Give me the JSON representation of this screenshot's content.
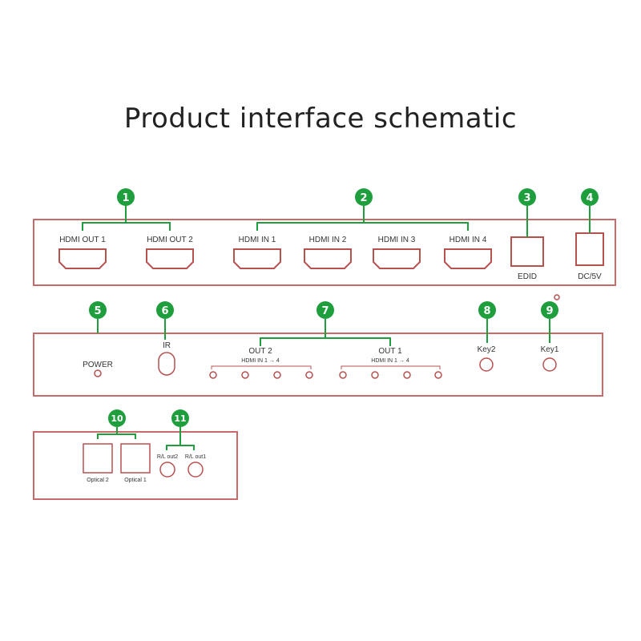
{
  "title": "Product interface schematic",
  "accent_color": "#1e9e3c",
  "callouts": [
    "1",
    "2",
    "3",
    "4",
    "5",
    "6",
    "7",
    "8",
    "9",
    "10",
    "11"
  ],
  "panel1": {
    "ports": [
      "HDMI OUT 1",
      "HDMI OUT 2",
      "HDMI IN 1",
      "HDMI IN 2",
      "HDMI IN 3",
      "HDMI IN 4"
    ],
    "edid": "EDID",
    "dc": "DC/5V"
  },
  "panel2": {
    "power": "POWER",
    "ir": "IR",
    "out2": "OUT 2",
    "out1": "OUT 1",
    "out2_range": "HDMI IN 1 → 4",
    "out1_range": "HDMI IN 1 → 4",
    "key2": "Key2",
    "key1": "Key1"
  },
  "panel3": {
    "optical2": "Optical 2",
    "optical1": "Optical 1",
    "rl_out2": "R/L out2",
    "rl_out1": "R/L out1"
  }
}
